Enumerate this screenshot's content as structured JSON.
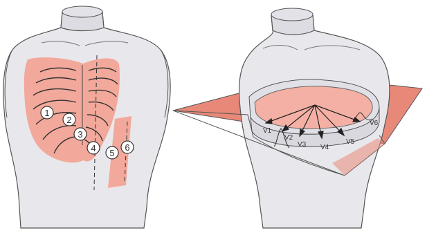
{
  "colors": {
    "background": "#ffffff",
    "torso_fill": "#e8e8ec",
    "torso_shade": "#d4d4da",
    "outline": "#555555",
    "ribcage_fill": "#f2a89a",
    "plane_fill": "#e88878",
    "plane_inner": "#f4b0a4",
    "line": "#222222"
  },
  "electrode_positions": [
    {
      "label": "1"
    },
    {
      "label": "2"
    },
    {
      "label": "3"
    },
    {
      "label": "4"
    },
    {
      "label": "5"
    },
    {
      "label": "6"
    }
  ],
  "leads": [
    {
      "label": "V1"
    },
    {
      "label": "V2"
    },
    {
      "label": "V3"
    },
    {
      "label": "V4"
    },
    {
      "label": "V5"
    },
    {
      "label": "V6"
    }
  ]
}
